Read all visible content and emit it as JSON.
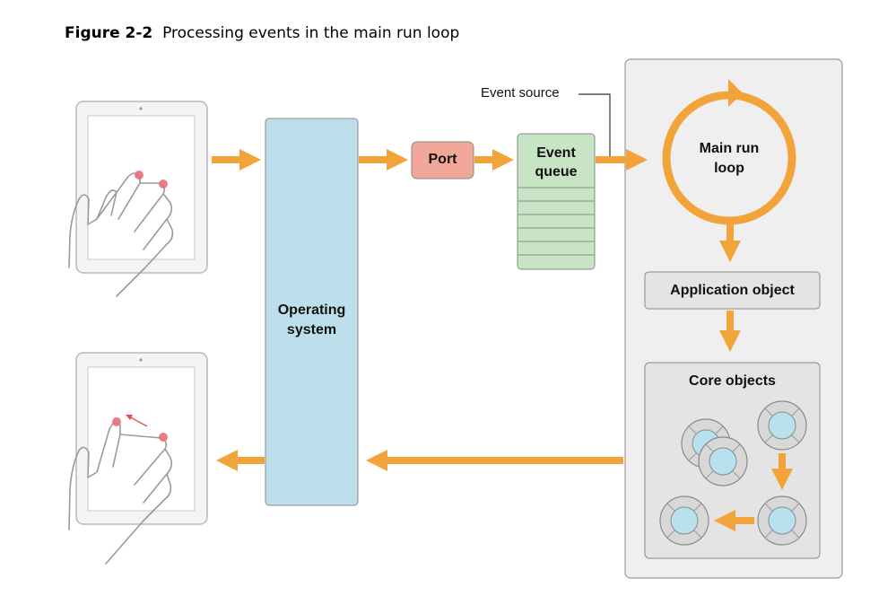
{
  "caption": {
    "figure_label": "Figure 2-2",
    "title": "Processing events in the main run loop"
  },
  "labels": {
    "operating_system": "Operating system",
    "port": "Port",
    "event_queue": "Event queue",
    "event_source": "Event source",
    "main_run_loop": "Main run loop",
    "application_object": "Application object",
    "core_objects": "Core objects"
  },
  "colors": {
    "arrow": "#f2a43a",
    "os_fill": "#bcdfeb",
    "port_fill": "#f2a898",
    "queue_fill": "#c7e5c4",
    "panel_fill": "#efefef",
    "node_fill": "#b9e1ed"
  }
}
